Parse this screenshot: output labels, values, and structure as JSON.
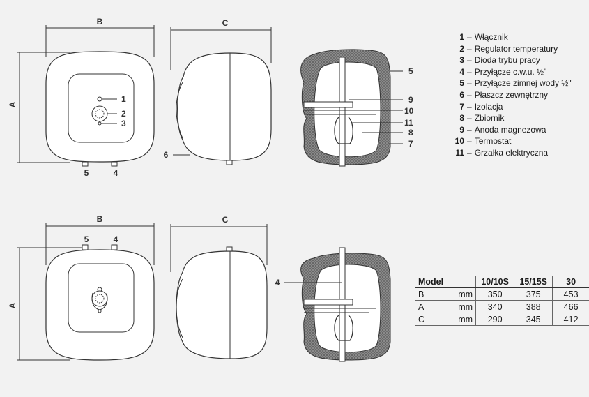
{
  "dimension_labels": {
    "a": "A",
    "b": "B",
    "c": "C"
  },
  "callouts": {
    "n1": "1",
    "n2": "2",
    "n3": "3",
    "n4": "4",
    "n5": "5",
    "n6": "6",
    "n7": "7",
    "n8": "8",
    "n9": "9",
    "n10": "10",
    "n11": "11"
  },
  "legend": [
    {
      "num": "1",
      "text": "Włącznik"
    },
    {
      "num": "2",
      "text": "Regulator temperatury"
    },
    {
      "num": "3",
      "text": "Dioda trybu pracy"
    },
    {
      "num": "4",
      "text": "Przyłącze c.w.u. ½\""
    },
    {
      "num": "5",
      "text": "Przyłącze zimnej wody ½\""
    },
    {
      "num": "6",
      "text": "Płaszcz zewnętrzny"
    },
    {
      "num": "7",
      "text": "Izolacja"
    },
    {
      "num": "8",
      "text": "Zbiornik"
    },
    {
      "num": "9",
      "text": "Anoda magnezowa"
    },
    {
      "num": "10",
      "text": "Termostat"
    },
    {
      "num": "11",
      "text": "Grzałka elektryczna"
    }
  ],
  "legend_separator": "–",
  "table": {
    "header": {
      "model": "Model",
      "col1": "10/10S",
      "col2": "15/15S",
      "col3": "30"
    },
    "rows": [
      {
        "label": "B",
        "unit": "mm",
        "v1": "350",
        "v2": "375",
        "v3": "453"
      },
      {
        "label": "A",
        "unit": "mm",
        "v1": "340",
        "v2": "388",
        "v3": "466"
      },
      {
        "label": "C",
        "unit": "mm",
        "v1": "290",
        "v2": "345",
        "v3": "412"
      }
    ]
  },
  "colors": {
    "line": "#333333",
    "insulation": "#7a7a7a",
    "body": "#ffffff",
    "background": "#f2f2f2"
  }
}
